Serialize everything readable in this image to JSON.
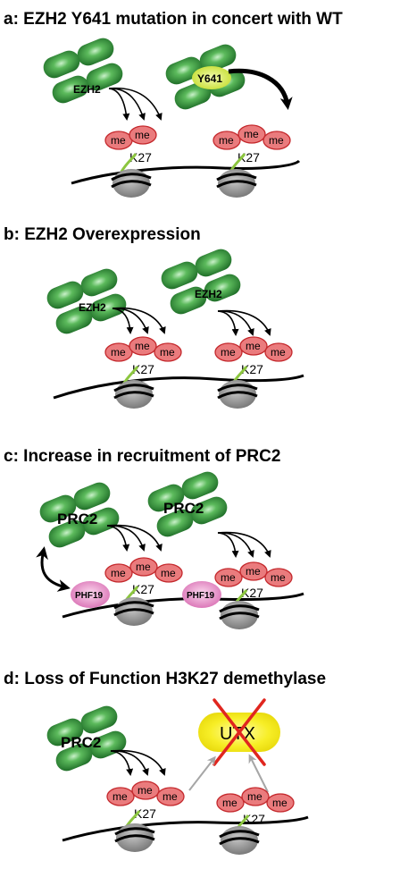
{
  "panels": {
    "a": {
      "title": "a: EZH2 Y641 mutation in concert with WT"
    },
    "b": {
      "title": "b: EZH2 Overexpression"
    },
    "c": {
      "title": "c: Increase in recruitment of PRC2"
    },
    "d": {
      "title": "d: Loss of Function H3K27 demethylase"
    }
  },
  "labels": {
    "ezh2": "EZH2",
    "y641": "Y641",
    "prc2": "PRC2",
    "phf19": "PHF19",
    "utx": "UTX",
    "me": "me",
    "k27": "K27"
  },
  "colors": {
    "ezh2_green": "#2f8f3a",
    "ezh2_highlight": "#9be09b",
    "y641_yellow": "#d9ee4a",
    "methyl_red": "#e8787a",
    "methyl_stroke": "#c0282c",
    "nucleosome_gray": "#8c8c8c",
    "histone_tail_green": "#8cc63f",
    "phf19_pink": "#e991c8",
    "utx_yellow": "#f2e80a",
    "cross_red": "#e0261f",
    "arrow_gray": "#a6a6a6"
  }
}
